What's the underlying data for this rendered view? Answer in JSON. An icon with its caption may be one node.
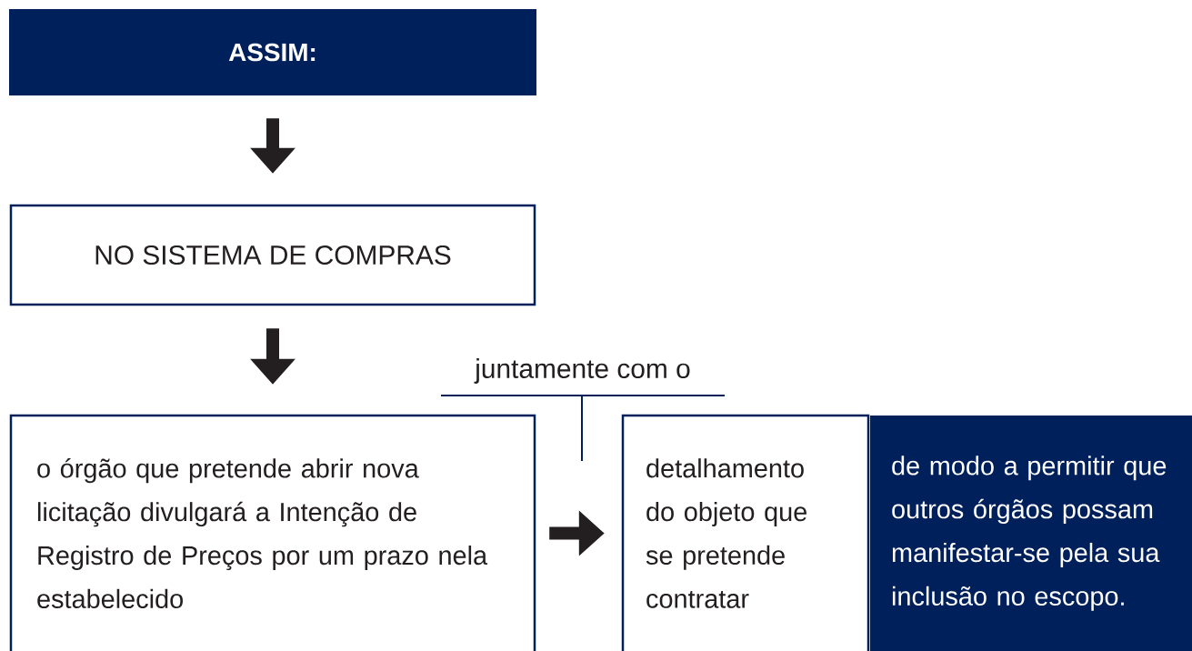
{
  "diagram": {
    "nodes": [
      {
        "text": [
          "ASSIM:"
        ]
      },
      {
        "text": [
          "NO SISTEMA DE COMPRAS"
        ]
      },
      {
        "text": [
          "o órgão que pretende abrir nova licitação divulgará a Intenção de Registro de Preços por um prazo nela estabelecido"
        ]
      },
      {
        "text": [
          "detalhamento do objeto que se pretende contratar"
        ]
      },
      {
        "text": [
          "de modo a permitir que outros órgãos possam manifestar-se pela sua inclusão no escopo."
        ]
      }
    ],
    "edges": [
      {
        "from": 0,
        "to": 1,
        "arrow": "to"
      },
      {
        "from": 1,
        "to": 2,
        "arrow": "to"
      },
      {
        "from": 2,
        "to": 3,
        "arrow": "to"
      }
    ],
    "labels": [
      "juntamente com o"
    ]
  }
}
